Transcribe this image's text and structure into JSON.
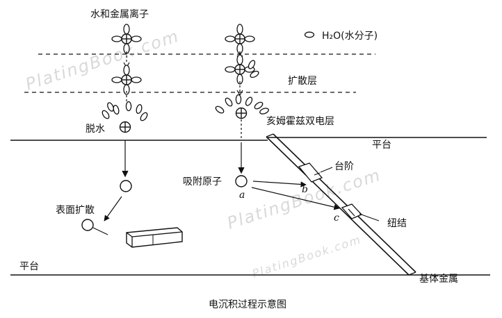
{
  "labels": {
    "water_and_metal_ions": "水和金属离子",
    "h2o_legend": "H₂O(水分子)",
    "diffusion_layer": "扩散层",
    "helmholtz_double_layer": "亥姆霍兹双电层",
    "dehydration": "脱水",
    "terrace_right": "平台",
    "step": "台阶",
    "adsorbed_atom": "吸附原子",
    "surface_diffusion": "表面扩散",
    "kink": "纽结",
    "terrace_left": "平台",
    "substrate_metal": "基体金属",
    "caption": "电沉积过程示意图",
    "point_a": "a",
    "point_b": "b",
    "point_c": "c"
  },
  "watermark": "PlatingBook.com",
  "colors": {
    "ink": "#111111",
    "watermark": "#d9d9d9",
    "background": "#ffffff"
  }
}
